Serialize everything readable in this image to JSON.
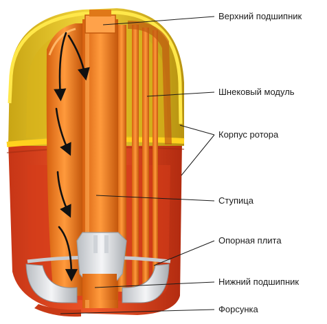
{
  "labels": {
    "upper_bearing": "Верхний подшипник",
    "screw_module": "Шнековый модуль",
    "rotor_housing": "Корпус ротора",
    "hub": "Ступица",
    "support_plate": "Опорная плита",
    "lower_bearing": "Нижний подшипник",
    "nozzle": "Форсунка"
  },
  "colors": {
    "housing_top": "#e6c51e",
    "housing_top_shadow": "#b89a14",
    "housing_bottom": "#e0441f",
    "housing_bottom_shadow": "#b52d12",
    "orange_part": "#f07a1e",
    "orange_dark": "#c95a0c",
    "metal": "#e3e5e8",
    "arrow": "#1a1a1a"
  }
}
